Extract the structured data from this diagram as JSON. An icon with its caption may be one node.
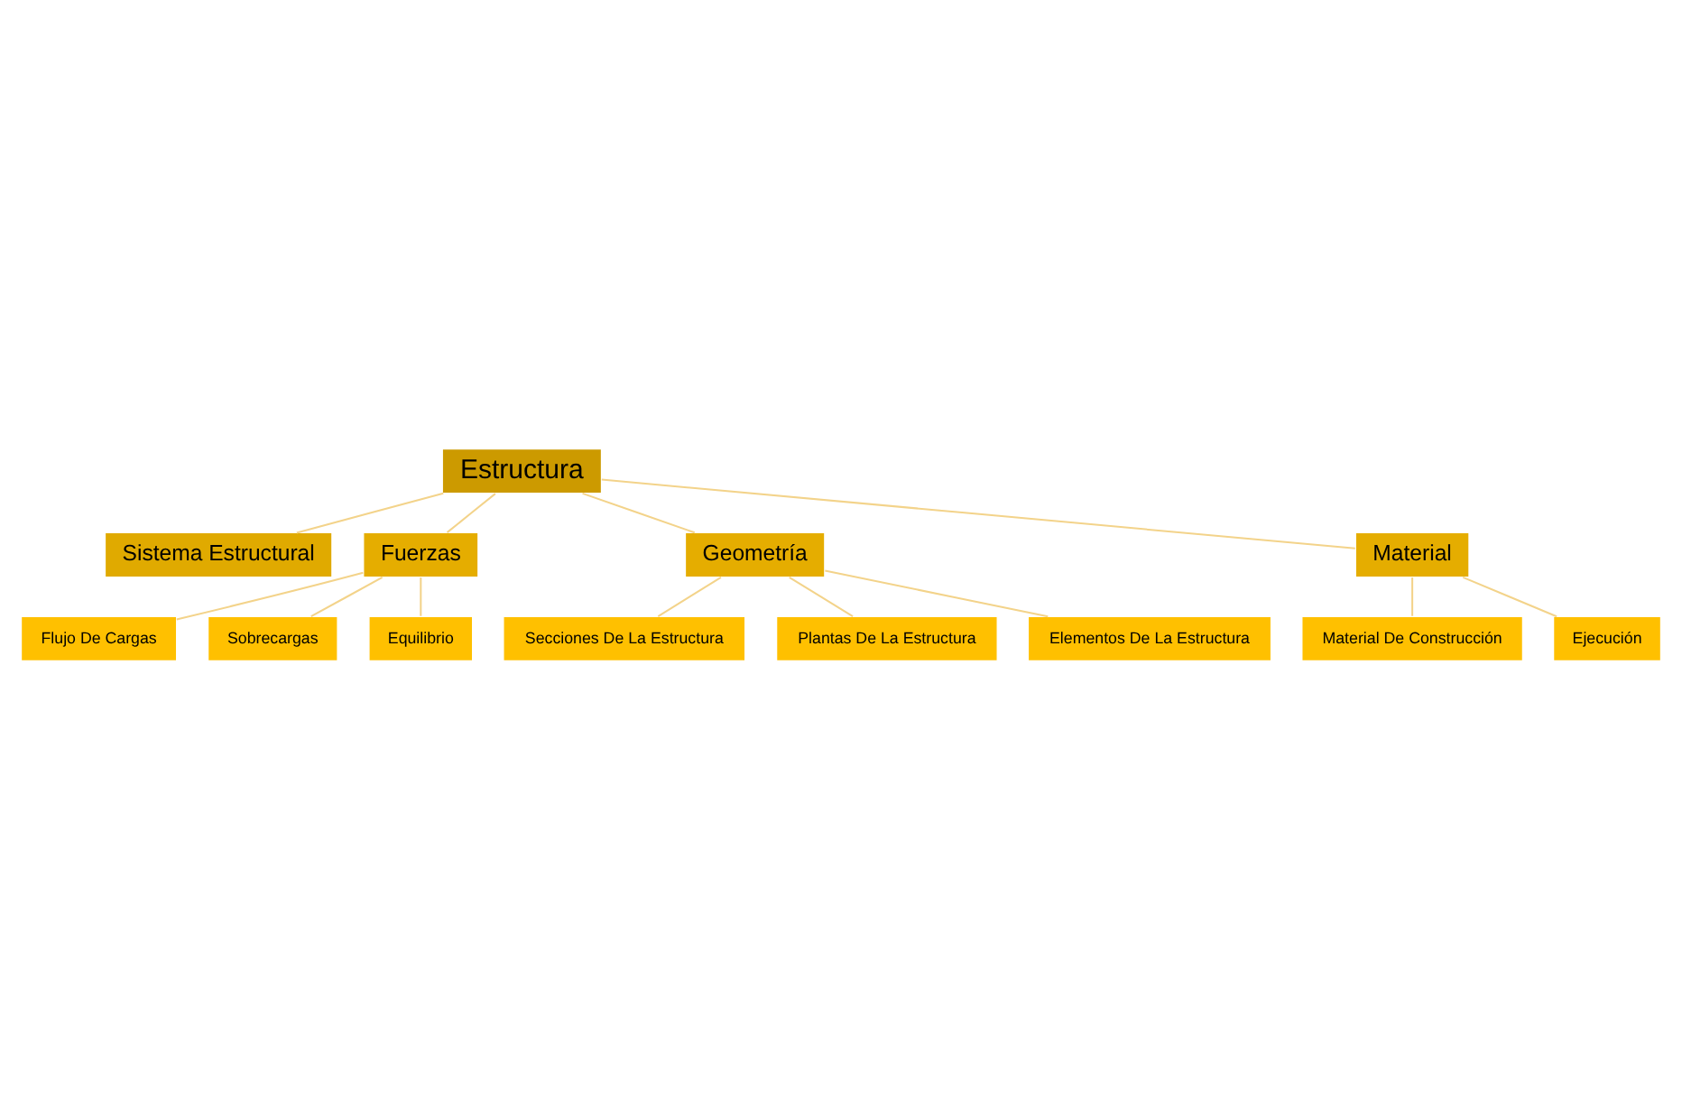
{
  "diagram": {
    "nodes": [
      {
        "text": [
          "Estructura"
        ]
      },
      {
        "text": [
          "Sistema Estructural"
        ]
      },
      {
        "text": [
          "Fuerzas"
        ]
      },
      {
        "text": [
          "Flujo De Cargas"
        ]
      },
      {
        "text": [
          "Sobrecargas"
        ]
      },
      {
        "text": [
          "Equilibrio"
        ]
      },
      {
        "text": [
          "Geometría"
        ]
      },
      {
        "text": [
          "Secciones De La Estructura"
        ]
      },
      {
        "text": [
          "Plantas De La Estructura"
        ]
      },
      {
        "text": [
          "Elementos De La Estructura"
        ]
      },
      {
        "text": [
          "Material"
        ]
      },
      {
        "text": [
          "Material De Construcción"
        ]
      },
      {
        "text": [
          "Ejecución"
        ]
      }
    ],
    "edges": [
      {
        "from": 0,
        "to": 1,
        "arrow": "none"
      },
      {
        "from": 0,
        "to": 2,
        "arrow": "none"
      },
      {
        "from": 0,
        "to": 6,
        "arrow": "none"
      },
      {
        "from": 0,
        "to": 10,
        "arrow": "none"
      },
      {
        "from": 2,
        "to": 3,
        "arrow": "none"
      },
      {
        "from": 2,
        "to": 4,
        "arrow": "none"
      },
      {
        "from": 2,
        "to": 5,
        "arrow": "none"
      },
      {
        "from": 6,
        "to": 7,
        "arrow": "none"
      },
      {
        "from": 6,
        "to": 8,
        "arrow": "none"
      },
      {
        "from": 6,
        "to": 9,
        "arrow": "none"
      },
      {
        "from": 10,
        "to": 11,
        "arrow": "none"
      },
      {
        "from": 10,
        "to": 12,
        "arrow": "none"
      }
    ]
  }
}
